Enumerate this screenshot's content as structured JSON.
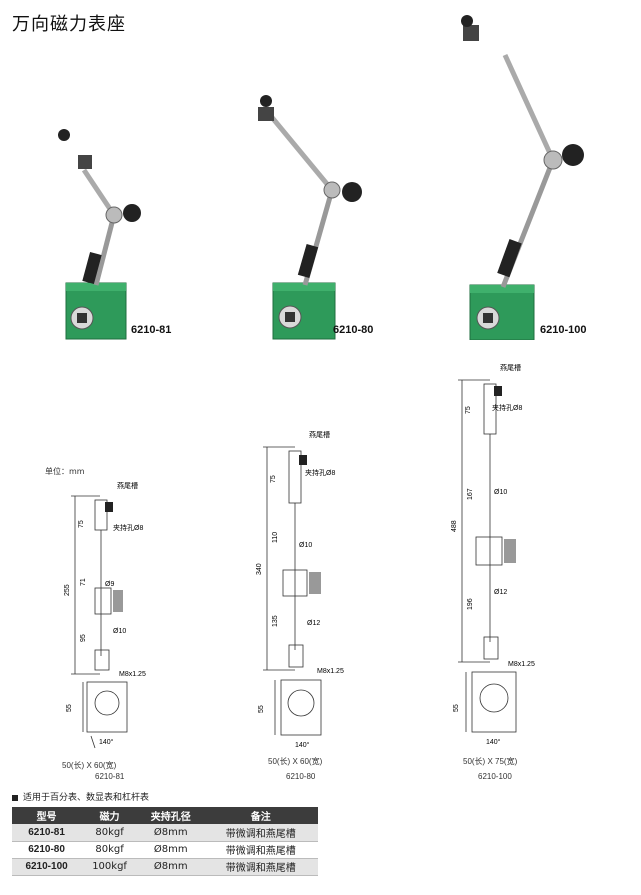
{
  "title": "万向磁力表座",
  "models": {
    "m81": "6210-81",
    "m80": "6210-80",
    "m100": "6210-100"
  },
  "unit": "单位：mm",
  "drawings": {
    "d81": {
      "groove": "燕尾槽",
      "clamp": "夹持孔Ø8",
      "dims": [
        "75",
        "255",
        "71",
        "95",
        "55",
        "Ø9",
        "Ø10",
        "M8x1.25",
        "140°"
      ],
      "size": "50(长) X 60(宽)",
      "caption": "6210-81"
    },
    "d80": {
      "groove": "燕尾槽",
      "clamp": "夹持孔Ø8",
      "dims": [
        "75",
        "340",
        "110",
        "135",
        "55",
        "Ø10",
        "Ø12",
        "M8x1.25",
        "140°"
      ],
      "size": "50(长) X 60(宽)",
      "caption": "6210-80"
    },
    "d100": {
      "groove": "燕尾槽",
      "clamp": "夹持孔Ø8",
      "dims": [
        "75",
        "488",
        "167",
        "196",
        "55",
        "Ø10",
        "Ø12",
        "M8x1.25",
        "140°"
      ],
      "size": "50(长) X 75(宽)",
      "caption": "6210-100"
    }
  },
  "note": "适用于百分表、数显表和杠杆表",
  "table": {
    "headers": [
      "型号",
      "磁力",
      "夹持孔径",
      "备注"
    ],
    "rows": [
      [
        "6210-81",
        "80kgf",
        "Ø8mm",
        "带微调和燕尾槽"
      ],
      [
        "6210-80",
        "80kgf",
        "Ø8mm",
        "带微调和燕尾槽"
      ],
      [
        "6210-100",
        "100kgf",
        "Ø8mm",
        "带微调和燕尾槽"
      ]
    ]
  },
  "colors": {
    "base_green": "#2e9a5a",
    "header": "#3c3c3c",
    "row_alt": "#e4e4e4"
  }
}
